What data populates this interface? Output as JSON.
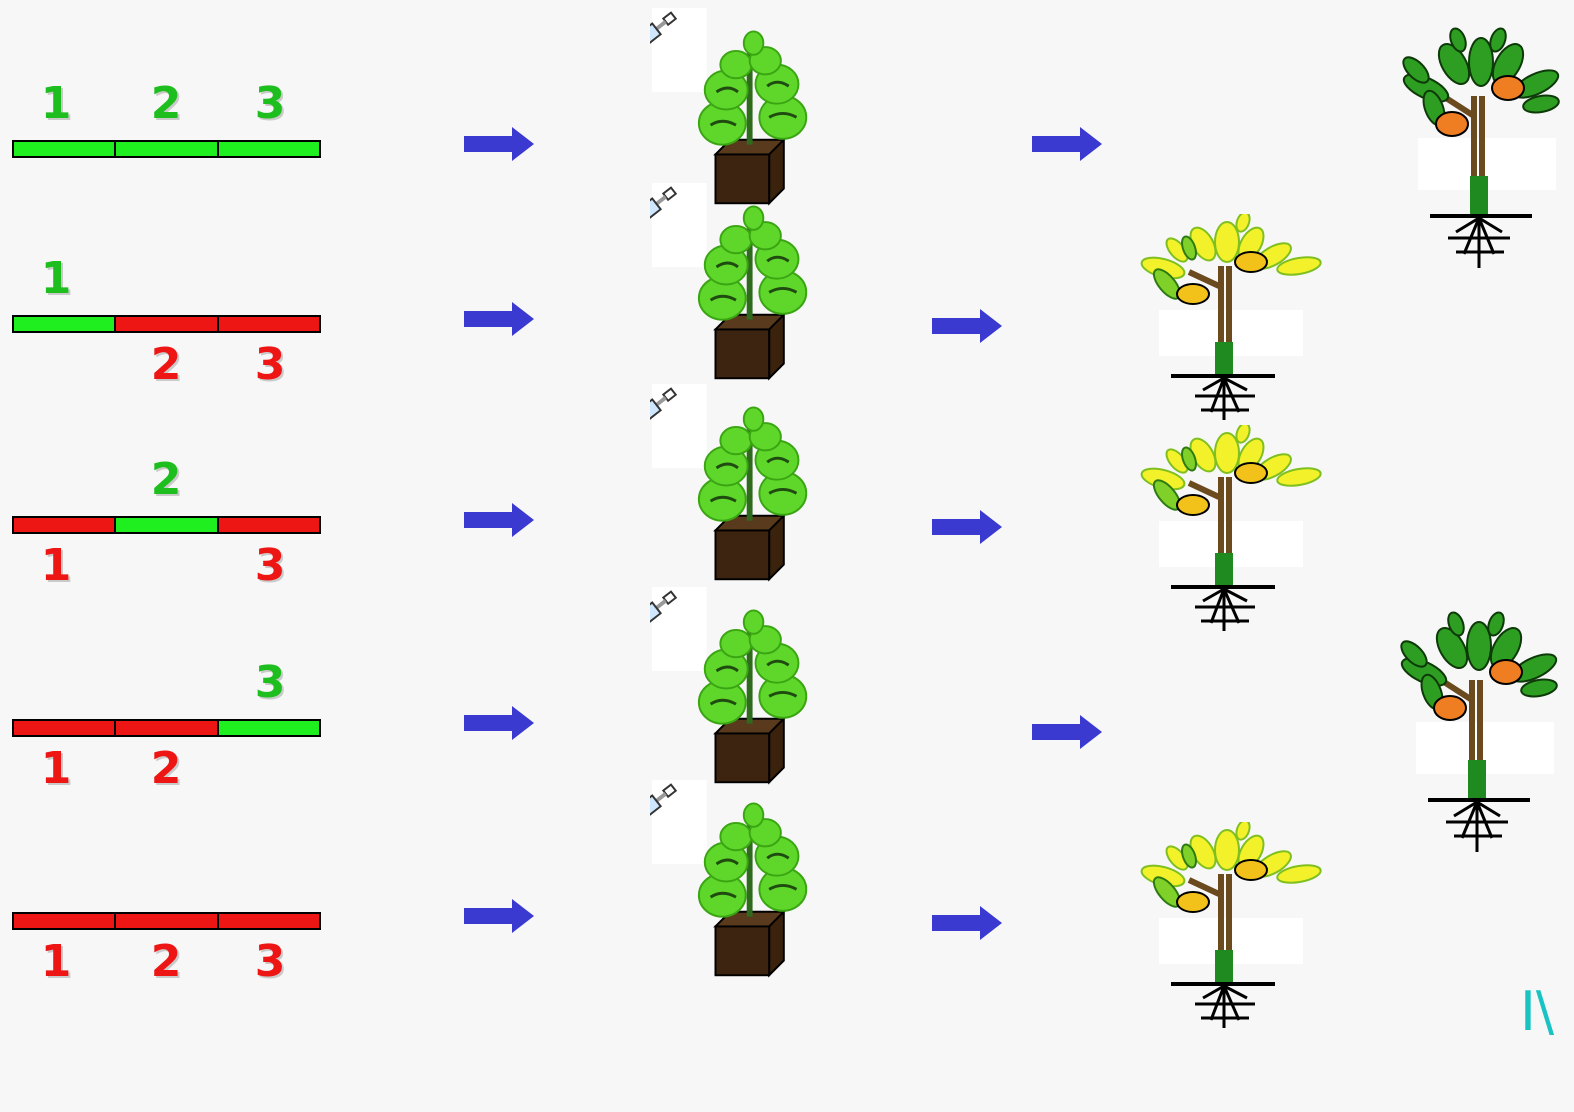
{
  "colors": {
    "present": "#1fef1f",
    "absent": "#ee1515",
    "present_text": "#1fbe1f",
    "absent_text": "#ee1515",
    "arrow": "#3a3ad0"
  },
  "rows": [
    {
      "segments": [
        "present",
        "present",
        "present"
      ],
      "labels_above": [
        {
          "text": "1",
          "pos": 0
        },
        {
          "text": "2",
          "pos": 1
        },
        {
          "text": "3",
          "pos": 2
        }
      ],
      "labels_below": [],
      "outcome": "orange-tree"
    },
    {
      "segments": [
        "present",
        "absent",
        "absent"
      ],
      "labels_above": [
        {
          "text": "1",
          "pos": 0
        }
      ],
      "labels_below": [
        {
          "text": "2",
          "pos": 1
        },
        {
          "text": "3",
          "pos": 2
        }
      ],
      "outcome": "yellow-tree"
    },
    {
      "segments": [
        "absent",
        "present",
        "absent"
      ],
      "labels_above": [
        {
          "text": "2",
          "pos": 1
        }
      ],
      "labels_below": [
        {
          "text": "1",
          "pos": 0
        },
        {
          "text": "3",
          "pos": 2
        }
      ],
      "outcome": "yellow-tree"
    },
    {
      "segments": [
        "absent",
        "absent",
        "present"
      ],
      "labels_above": [
        {
          "text": "3",
          "pos": 2
        }
      ],
      "labels_below": [
        {
          "text": "1",
          "pos": 0
        },
        {
          "text": "2",
          "pos": 1
        }
      ],
      "outcome": "orange-tree"
    },
    {
      "segments": [
        "absent",
        "absent",
        "absent"
      ],
      "labels_above": [],
      "labels_below": [
        {
          "text": "1",
          "pos": 0
        },
        {
          "text": "2",
          "pos": 1
        },
        {
          "text": "3",
          "pos": 2
        }
      ],
      "outcome": "yellow-tree"
    }
  ],
  "icons": {
    "syringe": "syringe-icon",
    "seedling": "seedling-icon",
    "orange_tree": "orange-tree-icon",
    "yellow_tree": "yellow-tree-icon"
  },
  "corner_text": "I\\"
}
